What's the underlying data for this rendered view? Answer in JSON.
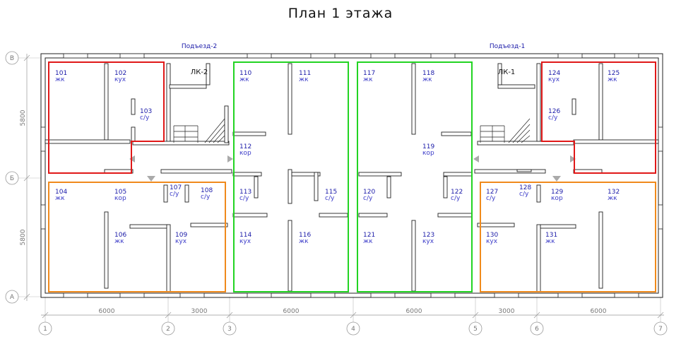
{
  "title": "План 1 этажа",
  "entrances": [
    {
      "id": "entrance-2",
      "label": "Подъезд-2"
    },
    {
      "id": "entrance-1",
      "label": "Подъезд-1"
    }
  ],
  "stair_labels": [
    {
      "id": "lk-2",
      "label": "ЛК-2"
    },
    {
      "id": "lk-1",
      "label": "ЛК-1"
    }
  ],
  "axes_horizontal": [
    {
      "id": "axis-1",
      "label": "1"
    },
    {
      "id": "axis-2",
      "label": "2"
    },
    {
      "id": "axis-3",
      "label": "3"
    },
    {
      "id": "axis-4",
      "label": "4"
    },
    {
      "id": "axis-5",
      "label": "5"
    },
    {
      "id": "axis-6",
      "label": "6"
    },
    {
      "id": "axis-7",
      "label": "7"
    }
  ],
  "axes_vertical": [
    {
      "id": "axis-v",
      "label": "В"
    },
    {
      "id": "axis-b",
      "label": "Б"
    },
    {
      "id": "axis-a",
      "label": "А"
    }
  ],
  "dims_bottom": [
    "6000",
    "3000",
    "6000",
    "6000",
    "3000",
    "6000"
  ],
  "dims_left": [
    "5800",
    "5800"
  ],
  "rooms": [
    {
      "num": "101",
      "type": "жк"
    },
    {
      "num": "102",
      "type": "кух"
    },
    {
      "num": "103",
      "type": "с/у"
    },
    {
      "num": "104",
      "type": "жк"
    },
    {
      "num": "105",
      "type": "кор"
    },
    {
      "num": "106",
      "type": "жк"
    },
    {
      "num": "107",
      "type": "с/у"
    },
    {
      "num": "108",
      "type": "с/у"
    },
    {
      "num": "109",
      "type": "кух"
    },
    {
      "num": "110",
      "type": "жк"
    },
    {
      "num": "111",
      "type": "жк"
    },
    {
      "num": "112",
      "type": "кор"
    },
    {
      "num": "113",
      "type": "с/у"
    },
    {
      "num": "114",
      "type": "кух"
    },
    {
      "num": "115",
      "type": "с/у"
    },
    {
      "num": "116",
      "type": "жк"
    },
    {
      "num": "117",
      "type": "жк"
    },
    {
      "num": "118",
      "type": "жк"
    },
    {
      "num": "119",
      "type": "кор"
    },
    {
      "num": "120",
      "type": "с/у"
    },
    {
      "num": "121",
      "type": "жк"
    },
    {
      "num": "122",
      "type": "с/у"
    },
    {
      "num": "123",
      "type": "кух"
    },
    {
      "num": "124",
      "type": "кух"
    },
    {
      "num": "125",
      "type": "жк"
    },
    {
      "num": "126",
      "type": "с/у"
    },
    {
      "num": "127",
      "type": "с/у"
    },
    {
      "num": "128",
      "type": "с/у"
    },
    {
      "num": "129",
      "type": "кор"
    },
    {
      "num": "130",
      "type": "кух"
    },
    {
      "num": "131",
      "type": "жк"
    },
    {
      "num": "132",
      "type": "жк"
    }
  ],
  "colors": {
    "apartment_red": "#e01818",
    "apartment_orange": "#f08a1c",
    "apartment_green": "#22d422",
    "room_text": "#1a1aa8",
    "wall": "#222222",
    "dimension": "#888888"
  }
}
